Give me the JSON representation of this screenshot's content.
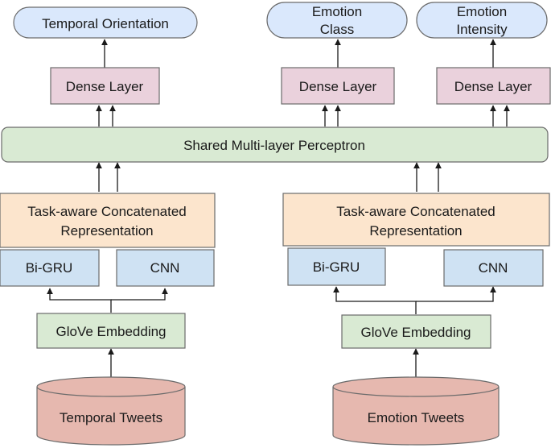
{
  "outputs": {
    "temporal": "Temporal Orientation",
    "emotion_class": [
      "Emotion",
      "Class"
    ],
    "emotion_intensity": [
      "Emotion",
      "Intensity"
    ]
  },
  "dense_layers": [
    "Dense Layer",
    "Dense Layer",
    "Dense Layer"
  ],
  "shared": "Shared Multi-layer Perceptron",
  "concat_left": [
    "Task-aware Concatenated",
    "Representation"
  ],
  "concat_right": [
    "Task-aware Concatenated",
    "Representation"
  ],
  "encoders": {
    "left": [
      "Bi-GRU",
      "CNN"
    ],
    "right": [
      "Bi-GRU",
      "CNN"
    ]
  },
  "embeddings": [
    "GloVe Embedding",
    "GloVe Embedding"
  ],
  "inputs": [
    "Temporal Tweets",
    "Emotion Tweets"
  ],
  "colors": {
    "output_fill": "#dae8fc",
    "dense_fill": "#ead1dc",
    "shared_fill": "#d9ead3",
    "concat_fill": "#fce5cd",
    "encoder_fill": "#cfe2f3",
    "embedding_fill": "#d9ead3",
    "input_fill": "#e6b8af"
  }
}
